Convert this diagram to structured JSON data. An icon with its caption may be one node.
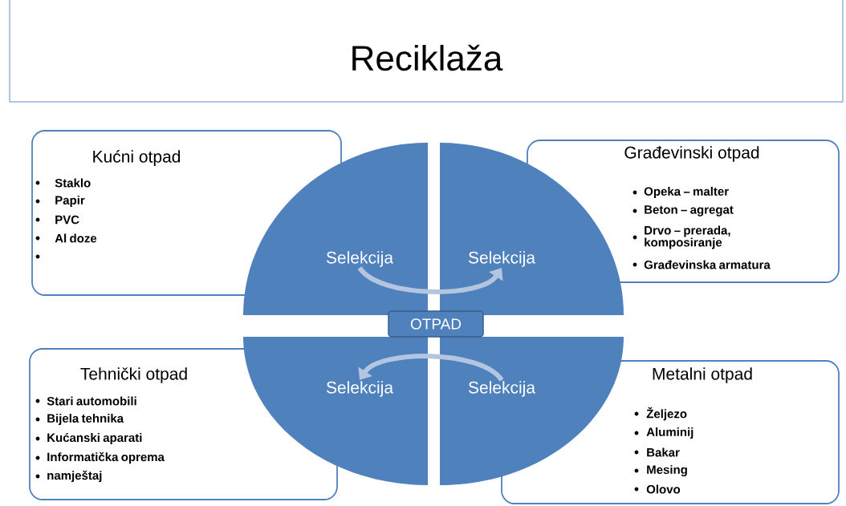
{
  "diagram": {
    "title": "Reciklaža",
    "nodes": [
      {
        "text": [
          "Kućni otpad",
          "Staklo",
          "Papir",
          "PVC",
          "Al doze"
        ]
      },
      {
        "text": [
          "Građevinski otpad",
          "Opeka – malter",
          "Beton – agregat",
          "Drvo – prerada, komposiranje",
          "Građevinska armatura"
        ]
      },
      {
        "text": [
          "Tehnički otpad",
          "Stari automobili",
          "Bijela tehnika",
          "Kućanski aparati",
          "Informatička oprema",
          "namještaj"
        ]
      },
      {
        "text": [
          "Metalni otpad",
          "Željezo",
          "Aluminij",
          "Bakar",
          "Mesing",
          "Olovo"
        ]
      },
      {
        "text": [
          "Selekcija"
        ]
      },
      {
        "text": [
          "Selekcija"
        ]
      },
      {
        "text": [
          "Selekcija"
        ]
      },
      {
        "text": [
          "Selekcija"
        ]
      },
      {
        "text": [
          "OTPAD"
        ]
      }
    ],
    "edges": [
      {
        "from": 4,
        "to": 5,
        "arrow": "to"
      },
      {
        "from": 7,
        "to": 6,
        "arrow": "to"
      }
    ]
  }
}
